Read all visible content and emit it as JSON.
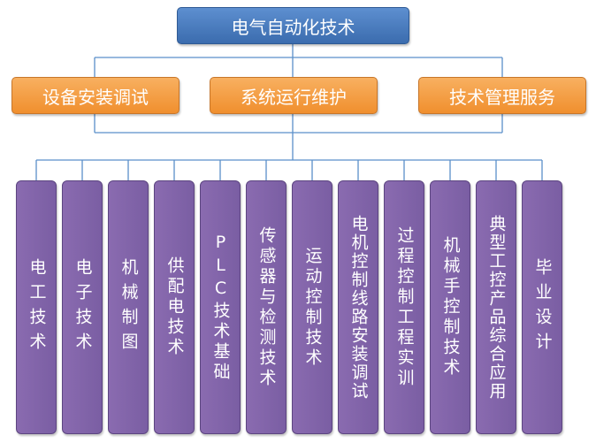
{
  "root": {
    "label": "电气自动化技术"
  },
  "categories": [
    {
      "label": "设备安装调试"
    },
    {
      "label": "系统运行维护"
    },
    {
      "label": "技术管理服务"
    }
  ],
  "courses": [
    {
      "label": "电工技术"
    },
    {
      "label": "电子技术"
    },
    {
      "label": "机械制图"
    },
    {
      "label": "供配电技术"
    },
    {
      "label": "PLC技术基础"
    },
    {
      "label": "传感器与检测技术"
    },
    {
      "label": "运动控制技术"
    },
    {
      "label": "电机控制线路安装调试"
    },
    {
      "label": "过程控制工程实训"
    },
    {
      "label": "机械手控制技术"
    },
    {
      "label": "典型工控产品综合应用"
    },
    {
      "label": "毕业设计"
    }
  ],
  "colors": {
    "root": "#4a7cc0",
    "category": "#f4a042",
    "course": "#8064a2",
    "connector": "#5b8fc9"
  }
}
